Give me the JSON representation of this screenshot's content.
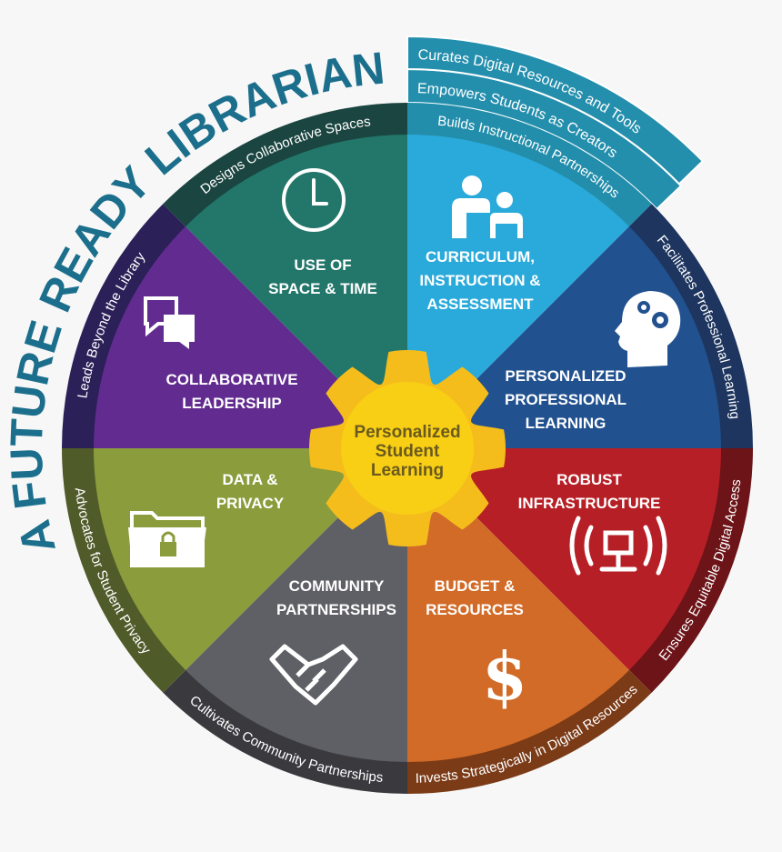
{
  "title": "A FUTURE READY LIBRARIAN",
  "center": {
    "lines": [
      "Personalized",
      "Student",
      "Learning"
    ],
    "gear_color": "#f5bd1c",
    "inner_color": "#f8cf14",
    "text_color": "#6b5a1f"
  },
  "sectors": [
    {
      "lines": [
        "CURRICULUM,",
        "INSTRUCTION &",
        "ASSESSMENT"
      ],
      "color": "#2aaadb",
      "icon": "teacher-student-icon",
      "ring_text": "Builds Instructional Partnerships",
      "ring_color": "#238eab"
    },
    {
      "lines": [
        "PERSONALIZED",
        "PROFESSIONAL",
        "LEARNING"
      ],
      "color": "#21518f",
      "icon": "head-gears-icon",
      "ring_text": "Facilitates Professional Learning",
      "ring_color": "#1d355f"
    },
    {
      "lines": [
        "ROBUST",
        "INFRASTRUCTURE"
      ],
      "color": "#b71f26",
      "icon": "network-signal-icon",
      "ring_text": "Ensures Equitable Digital Access",
      "ring_color": "#6c1418"
    },
    {
      "lines": [
        "BUDGET &",
        "RESOURCES"
      ],
      "color": "#d26b27",
      "icon": "dollar-icon",
      "ring_text": "Invests Strategically in Digital Resources",
      "ring_color": "#7b3b17"
    },
    {
      "lines": [
        "COMMUNITY",
        "PARTNERSHIPS"
      ],
      "color": "#5f5f66",
      "icon": "handshake-icon",
      "ring_text": "Cultivates Community Partnerships",
      "ring_color": "#3a393e"
    },
    {
      "lines": [
        "DATA &",
        "PRIVACY"
      ],
      "color": "#8a9c3c",
      "icon": "locked-folder-icon",
      "ring_text": "Advocates for Student Privacy",
      "ring_color": "#505b2a"
    },
    {
      "lines": [
        "COLLABORATIVE",
        "LEADERSHIP"
      ],
      "color": "#622b90",
      "icon": "chat-bubbles-icon",
      "ring_text": "Leads Beyond the Library",
      "ring_color": "#2b2058"
    },
    {
      "lines": [
        "USE OF",
        "SPACE & TIME"
      ],
      "color": "#22766a",
      "icon": "clock-icon",
      "ring_text": "Designs Collaborative Spaces",
      "ring_color": "#1a4540"
    }
  ],
  "ribbons": [
    {
      "text": "Empowers Students as Creators",
      "color": "#248fad"
    },
    {
      "text": "Curates Digital Resources and Tools",
      "color": "#248fad"
    }
  ]
}
